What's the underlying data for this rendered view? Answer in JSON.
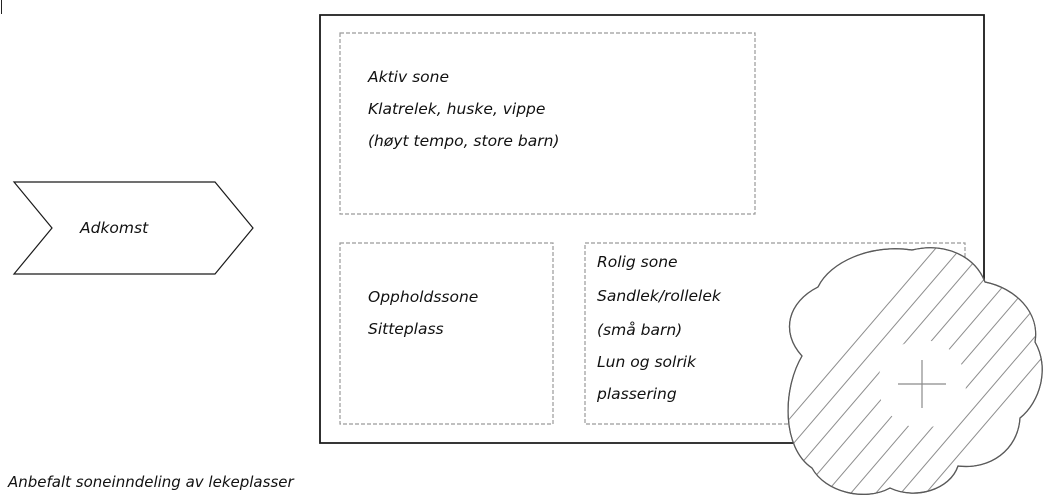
{
  "diagram": {
    "access": {
      "label": "Adkomst"
    },
    "zones": {
      "active": {
        "title": "Aktiv sone",
        "line2": "Klatrelek, huske, vippe",
        "line3": "(høyt tempo, store barn)"
      },
      "stay": {
        "title": "Oppholdssone",
        "line2": "Sitteplass"
      },
      "quiet": {
        "title": "Rolig sone",
        "line2": "Sandlek/rollelek",
        "line3": "(små barn)",
        "line4": "Lun og solrik",
        "line5": "plassering"
      }
    },
    "caption": "Anbefalt soneinndeling av lekeplasser"
  }
}
